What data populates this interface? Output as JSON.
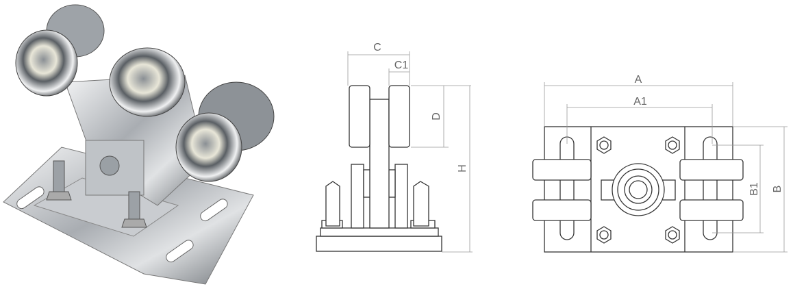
{
  "side_view": {
    "dim_c": "C",
    "dim_c1": "C1",
    "dim_d": "D",
    "dim_h": "H"
  },
  "top_view": {
    "dim_a": "A",
    "dim_a1": "A1",
    "dim_b1": "B1",
    "dim_b": "B"
  },
  "colors": {
    "line": "#333333",
    "dimension": "#999999",
    "label": "#666666",
    "metal": "#b8bcc0"
  }
}
